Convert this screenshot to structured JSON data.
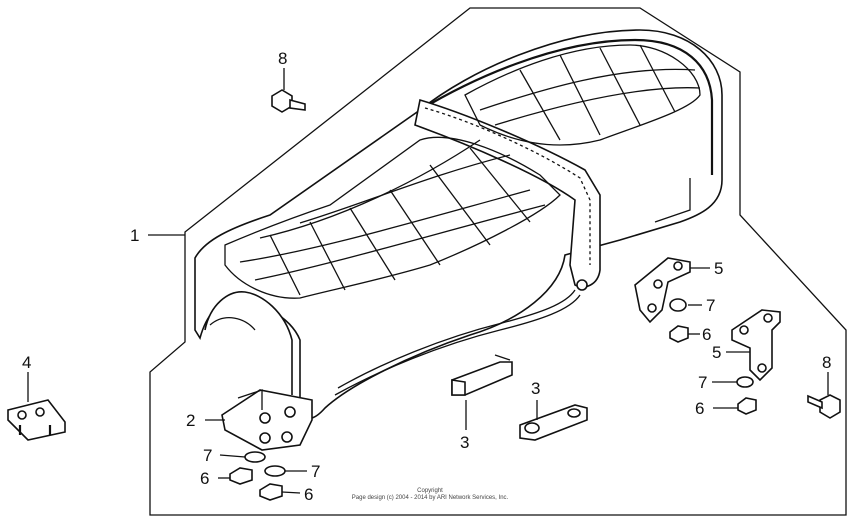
{
  "callouts": {
    "seat": "1",
    "bracket_front": "2",
    "cushion_left": "3",
    "cushion_right": "3",
    "hook": "4",
    "bracket_right_a": "5",
    "bracket_right_b": "5",
    "nut_a": "6",
    "nut_b": "6",
    "nut_c": "6",
    "nut_d": "6",
    "washer_a": "7",
    "washer_b": "7",
    "washer_c": "7",
    "washer_d": "7",
    "bolt_top": "8",
    "bolt_right": "8"
  },
  "copyright": {
    "line1": "Copyright",
    "line2": "Page design (c) 2004 - 2014 by ARI Network Services, Inc."
  }
}
